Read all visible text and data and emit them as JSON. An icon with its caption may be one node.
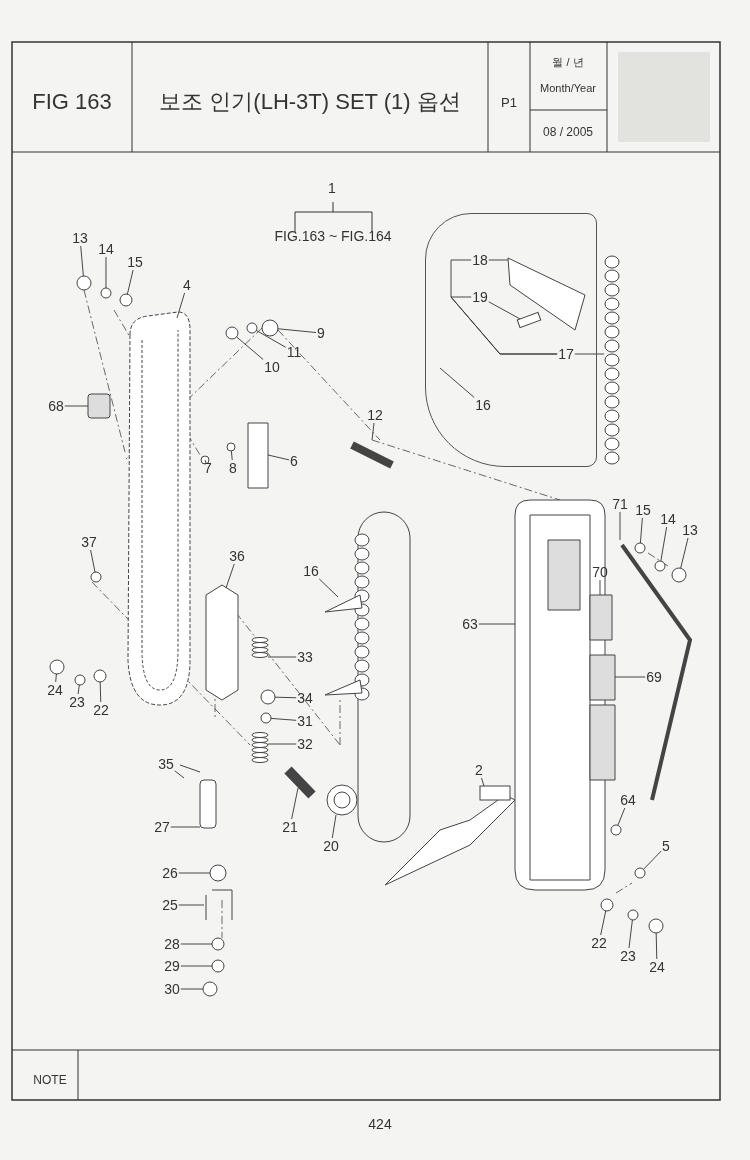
{
  "diagram": {
    "title": "보조 인기(LH-3T) SET (1) 옵션",
    "nodes": [
      {
        "text": [],
        "shape": "box"
      },
      {
        "text": [
          "13"
        ]
      },
      {
        "text": [
          "14"
        ]
      },
      {
        "text": [
          "15"
        ]
      },
      {
        "text": [
          "4"
        ]
      },
      {
        "text": [
          "18"
        ],
        "in": 0
      },
      {
        "text": [
          "19"
        ],
        "in": 0
      },
      {
        "text": [
          "9"
        ]
      },
      {
        "text": [
          "11"
        ]
      },
      {
        "text": [
          "10"
        ]
      },
      {
        "text": [
          "17"
        ],
        "in": 0
      },
      {
        "text": [
          "68"
        ]
      },
      {
        "text": [
          "16"
        ],
        "in": 0
      },
      {
        "text": [
          "12"
        ]
      },
      {
        "text": [
          "6"
        ]
      },
      {
        "text": [
          "7"
        ]
      },
      {
        "text": [
          "8"
        ]
      },
      {
        "text": [
          "71"
        ]
      },
      {
        "text": [
          "15"
        ]
      },
      {
        "text": [
          "14"
        ]
      },
      {
        "text": [
          "13"
        ]
      },
      {
        "text": [
          "37"
        ]
      },
      {
        "text": [
          "36"
        ]
      },
      {
        "text": [
          "16"
        ]
      },
      {
        "text": [
          "70"
        ]
      },
      {
        "text": [
          "63"
        ]
      },
      {
        "text": [
          "33"
        ]
      },
      {
        "text": [
          "69"
        ]
      },
      {
        "text": [
          "24"
        ]
      },
      {
        "text": [
          "23"
        ]
      },
      {
        "text": [
          "22"
        ]
      },
      {
        "text": [
          "34"
        ]
      },
      {
        "text": [
          "31"
        ]
      },
      {
        "text": [
          "32"
        ]
      },
      {
        "text": [
          "35"
        ]
      },
      {
        "text": [
          "2"
        ]
      },
      {
        "text": [
          "64"
        ]
      },
      {
        "text": [
          "27"
        ]
      },
      {
        "text": [
          "21"
        ]
      },
      {
        "text": [
          "20"
        ]
      },
      {
        "text": [
          "5"
        ]
      },
      {
        "text": [
          "26"
        ]
      },
      {
        "text": [
          "25"
        ]
      },
      {
        "text": [
          "22"
        ]
      },
      {
        "text": [
          "28"
        ]
      },
      {
        "text": [
          "23"
        ]
      },
      {
        "text": [
          "29"
        ]
      },
      {
        "text": [
          "24"
        ]
      },
      {
        "text": [
          "30"
        ]
      },
      {
        "text": [],
        "shape": "circle"
      },
      {
        "text": [],
        "shape": "circle"
      },
      {
        "text": [],
        "shape": "circle"
      },
      {
        "text": [],
        "shape": "picture",
        "in": 0
      },
      {
        "text": [],
        "shape": "bar",
        "in": 0
      },
      {
        "text": [],
        "shape": "circle"
      },
      {
        "text": [],
        "shape": "circle"
      },
      {
        "text": [],
        "shape": "circle"
      },
      {
        "text": [],
        "shape": "circle"
      },
      {
        "text": [],
        "shape": "circle"
      },
      {
        "text": [],
        "shape": "circle"
      },
      {
        "text": [],
        "shape": "circle"
      },
      {
        "text": [],
        "shape": "circle"
      },
      {
        "text": [],
        "shape": "circle"
      },
      {
        "text": [],
        "shape": "circle"
      },
      {
        "text": [],
        "shape": "circle"
      },
      {
        "text": [],
        "shape": "circle"
      },
      {
        "text": [],
        "shape": "circle"
      },
      {
        "text": [],
        "shape": "circle"
      },
      {
        "text": [],
        "shape": "circle"
      },
      {
        "text": [],
        "shape": "circle"
      },
      {
        "text": [],
        "shape": "circle"
      },
      {
        "text": [],
        "shape": "circle"
      },
      {
        "text": [],
        "shape": "circle"
      },
      {
        "text": [],
        "shape": "circle"
      },
      {
        "text": [],
        "shape": "circle"
      },
      {
        "text": [],
        "shape": "circle"
      },
      {
        "text": [],
        "shape": "circle"
      }
    ],
    "edges": [
      {
        "from": 1,
        "to": 49,
        "arrow": "none"
      },
      {
        "from": 2,
        "to": 50,
        "arrow": "none"
      },
      {
        "from": 3,
        "to": 51,
        "arrow": "none"
      },
      {
        "from": 4,
        "to": null,
        "arrow": "none"
      },
      {
        "from": 5,
        "to": 52,
        "arrow": "none"
      },
      {
        "from": 6,
        "to": 53,
        "arrow": "none"
      },
      {
        "from": 7,
        "to": 54,
        "arrow": "none"
      },
      {
        "from": 8,
        "to": 55,
        "arrow": "none"
      },
      {
        "from": 9,
        "to": 56,
        "arrow": "none"
      },
      {
        "from": 10,
        "to": null,
        "arrow": "none"
      },
      {
        "from": 11,
        "to": null,
        "arrow": "none"
      },
      {
        "from": 12,
        "to": 0,
        "arrow": "none"
      },
      {
        "from": 13,
        "to": null,
        "arrow": "none"
      },
      {
        "from": 14,
        "to": null,
        "arrow": "none"
      },
      {
        "from": 15,
        "to": 57,
        "arrow": "none"
      },
      {
        "from": 16,
        "to": 58,
        "arrow": "none"
      },
      {
        "from": 17,
        "to": null,
        "arrow": "none"
      },
      {
        "from": 18,
        "to": 59,
        "arrow": "none"
      },
      {
        "from": 19,
        "to": 60,
        "arrow": "none"
      },
      {
        "from": 20,
        "to": 61,
        "arrow": "none"
      },
      {
        "from": 21,
        "to": 62,
        "arrow": "none"
      },
      {
        "from": 22,
        "to": null,
        "arrow": "none"
      },
      {
        "from": 23,
        "to": null,
        "arrow": "none"
      },
      {
        "from": 24,
        "to": null,
        "arrow": "none"
      },
      {
        "from": 25,
        "to": null,
        "arrow": "none"
      },
      {
        "from": 26,
        "to": null,
        "arrow": "none"
      },
      {
        "from": 27,
        "to": null,
        "arrow": "none"
      },
      {
        "from": 28,
        "to": 63,
        "arrow": "none"
      },
      {
        "from": 29,
        "to": 64,
        "arrow": "none"
      },
      {
        "from": 30,
        "to": 65,
        "arrow": "none"
      },
      {
        "from": 31,
        "to": 66,
        "arrow": "none"
      },
      {
        "from": 32,
        "to": 67,
        "arrow": "none"
      },
      {
        "from": 33,
        "to": null,
        "arrow": "none"
      },
      {
        "from": 34,
        "to": null,
        "arrow": "none"
      },
      {
        "from": 35,
        "to": null,
        "arrow": "none"
      },
      {
        "from": 36,
        "to": 68,
        "arrow": "none"
      },
      {
        "from": 37,
        "to": null,
        "arrow": "none"
      },
      {
        "from": 38,
        "to": null,
        "arrow": "none"
      },
      {
        "from": 39,
        "to": null,
        "arrow": "none"
      },
      {
        "from": 40,
        "to": 69,
        "arrow": "none"
      },
      {
        "from": 41,
        "to": 70,
        "arrow": "none"
      },
      {
        "from": 42,
        "to": null,
        "arrow": "none"
      },
      {
        "from": 43,
        "to": 71,
        "arrow": "none"
      },
      {
        "from": 44,
        "to": 72,
        "arrow": "none"
      },
      {
        "from": 45,
        "to": 73,
        "arrow": "none"
      },
      {
        "from": 46,
        "to": 74,
        "arrow": "none"
      },
      {
        "from": 47,
        "to": 75,
        "arrow": "none"
      },
      {
        "from": 48,
        "to": 76,
        "arrow": "none"
      },
      {
        "from": 10,
        "to": 5,
        "arrow": "none"
      },
      {
        "from": 10,
        "to": 6,
        "arrow": "none"
      }
    ],
    "labels": [
      "FIG 163",
      "P1",
      "월 / 년",
      "Month/Year",
      "08 / 2005",
      "1",
      "FIG.163 ~ FIG.164",
      "NOTE",
      "424"
    ]
  }
}
